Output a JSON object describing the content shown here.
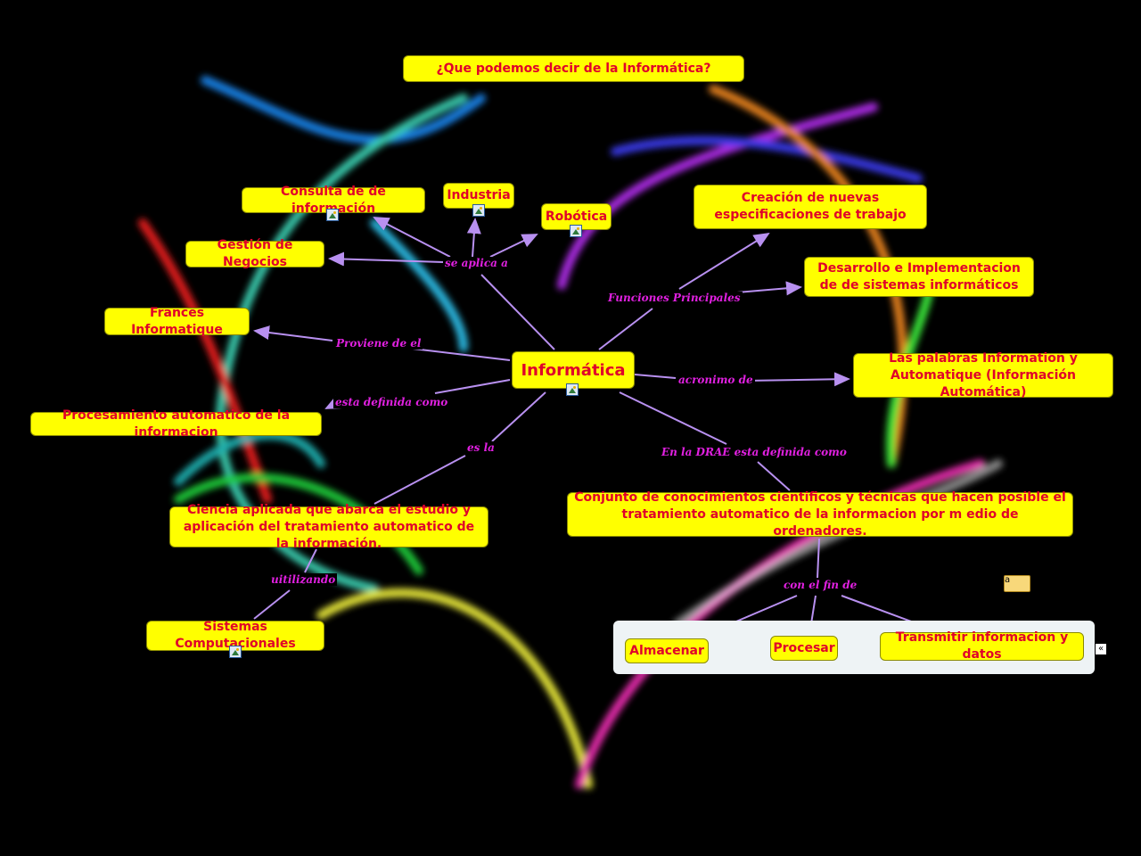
{
  "title": "¿Que podemos decir de la Informática?",
  "concepts": {
    "central": "Informática",
    "consulta": "Consulta de de información",
    "industria": "Industria",
    "robotica": "Robótica",
    "gestion": "Gestión de Negocios",
    "frances": "Frances Informatique",
    "procesamiento": "Procesamiento automatico de la informacion",
    "creacion": "Creación de nuevas especificaciones de trabajo",
    "desarrollo": "Desarrollo e Implementacion de de sistemas informáticos",
    "palabras": "Las palabras Information y Automatique (Información Automática)",
    "ciencia": "Ciencia aplicada que abarca el estudio y aplicación del tratamiento automatico de la información.",
    "conjunto": "Conjunto de conocimientos cientificos y técnicas que hacen posible el tratamiento automatico de la informacion por m edio de ordenadores.",
    "sistemas": "Sistemas Computacionales",
    "almacenar": "Almacenar",
    "procesar": "Procesar",
    "transmitir": "Transmitir informacion y datos"
  },
  "link_labels": {
    "se_aplica": "se aplica a",
    "proviene": "Proviene de el",
    "definida": "esta definida como",
    "es_la": "es la",
    "funciones": "Funciones Principales",
    "acronimo": "acronimo de",
    "drae": "En la DRAE esta definida como",
    "utilizando": "uitilizando",
    "fin": "con el fin de"
  },
  "note_icon_text": "a",
  "collapse_icon_text": "«",
  "colors": {
    "node": "#ffff00",
    "node_text": "#e0002a",
    "link": "#b890f0",
    "label": "#e020e0"
  }
}
